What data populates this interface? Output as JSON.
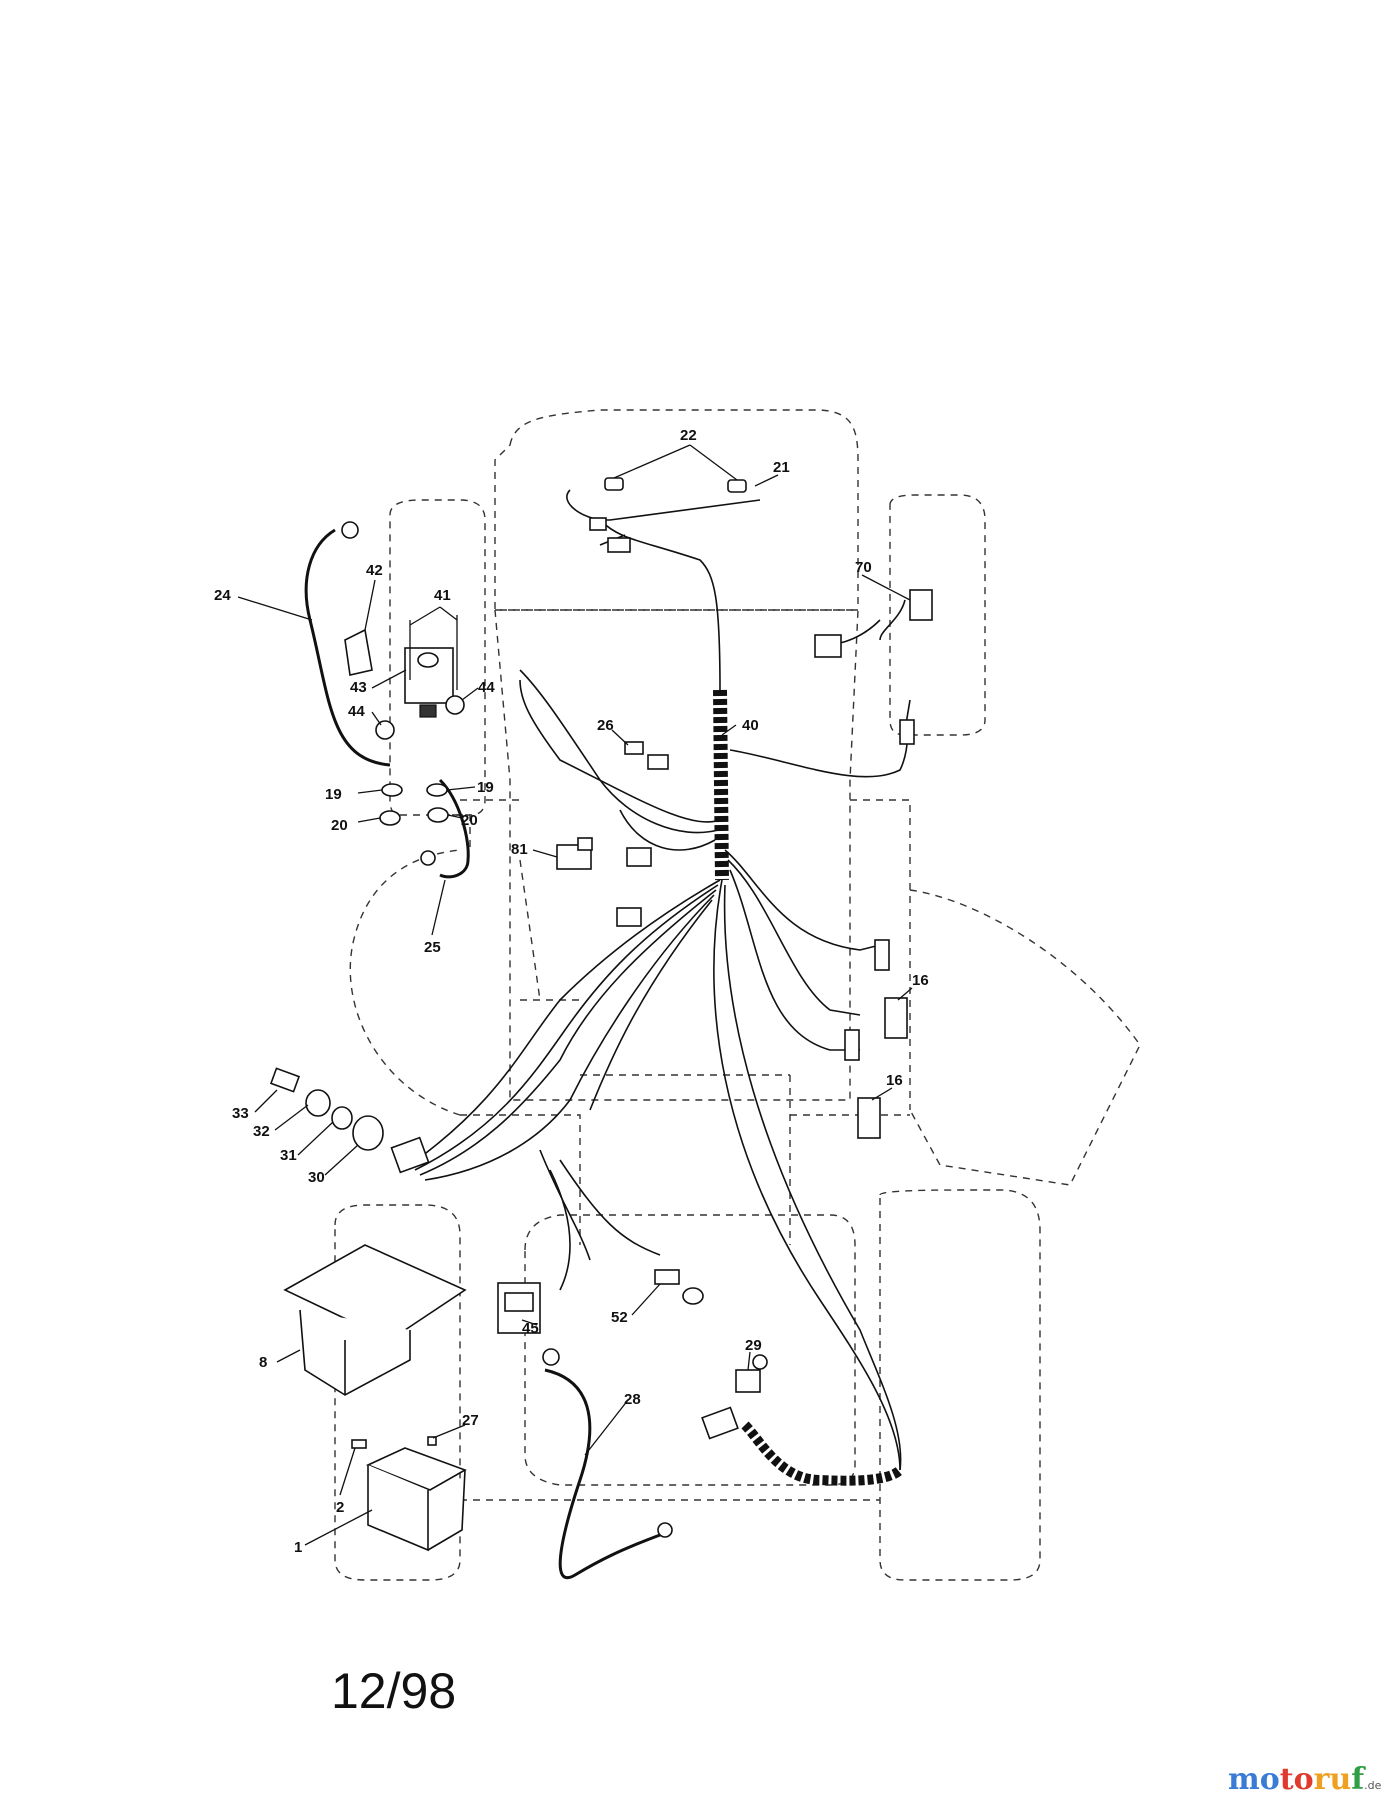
{
  "date_code": "12/98",
  "watermark": {
    "text_part1": "mo",
    "text_part2": "to",
    "text_part3": "ru",
    "text_part4": "f",
    "tld": ".de"
  },
  "callouts": {
    "c1": "1",
    "c2": "2",
    "c8": "8",
    "c16a": "16",
    "c16b": "16",
    "c19a": "19",
    "c19b": "19",
    "c20a": "20",
    "c20b": "20",
    "c21": "21",
    "c22": "22",
    "c24": "24",
    "c25": "25",
    "c26": "26",
    "c27": "27",
    "c28": "28",
    "c29": "29",
    "c30": "30",
    "c31": "31",
    "c32": "32",
    "c33": "33",
    "c40": "40",
    "c41": "41",
    "c42": "42",
    "c43": "43",
    "c44a": "44",
    "c44b": "44",
    "c45": "45",
    "c52": "52",
    "c70": "70",
    "c81": "81"
  }
}
